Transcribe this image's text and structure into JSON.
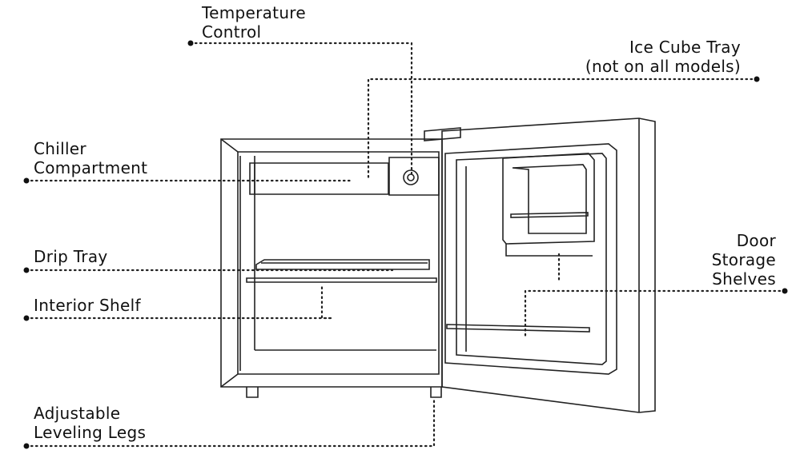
{
  "labels": {
    "temperature_control": [
      "Temperature",
      "Control"
    ],
    "ice_cube_tray": [
      "Ice Cube Tray",
      "(not on all models)"
    ],
    "chiller_compartment": [
      "Chiller",
      "Compartment"
    ],
    "drip_tray": "Drip Tray",
    "interior_shelf": "Interior Shelf",
    "door_storage_shelves": [
      "Door",
      "Storage",
      "Shelves"
    ],
    "adjustable_leveling_legs": [
      "Adjustable",
      "Leveling Legs"
    ]
  },
  "colors": {
    "line": "#222222",
    "background": "#ffffff"
  }
}
